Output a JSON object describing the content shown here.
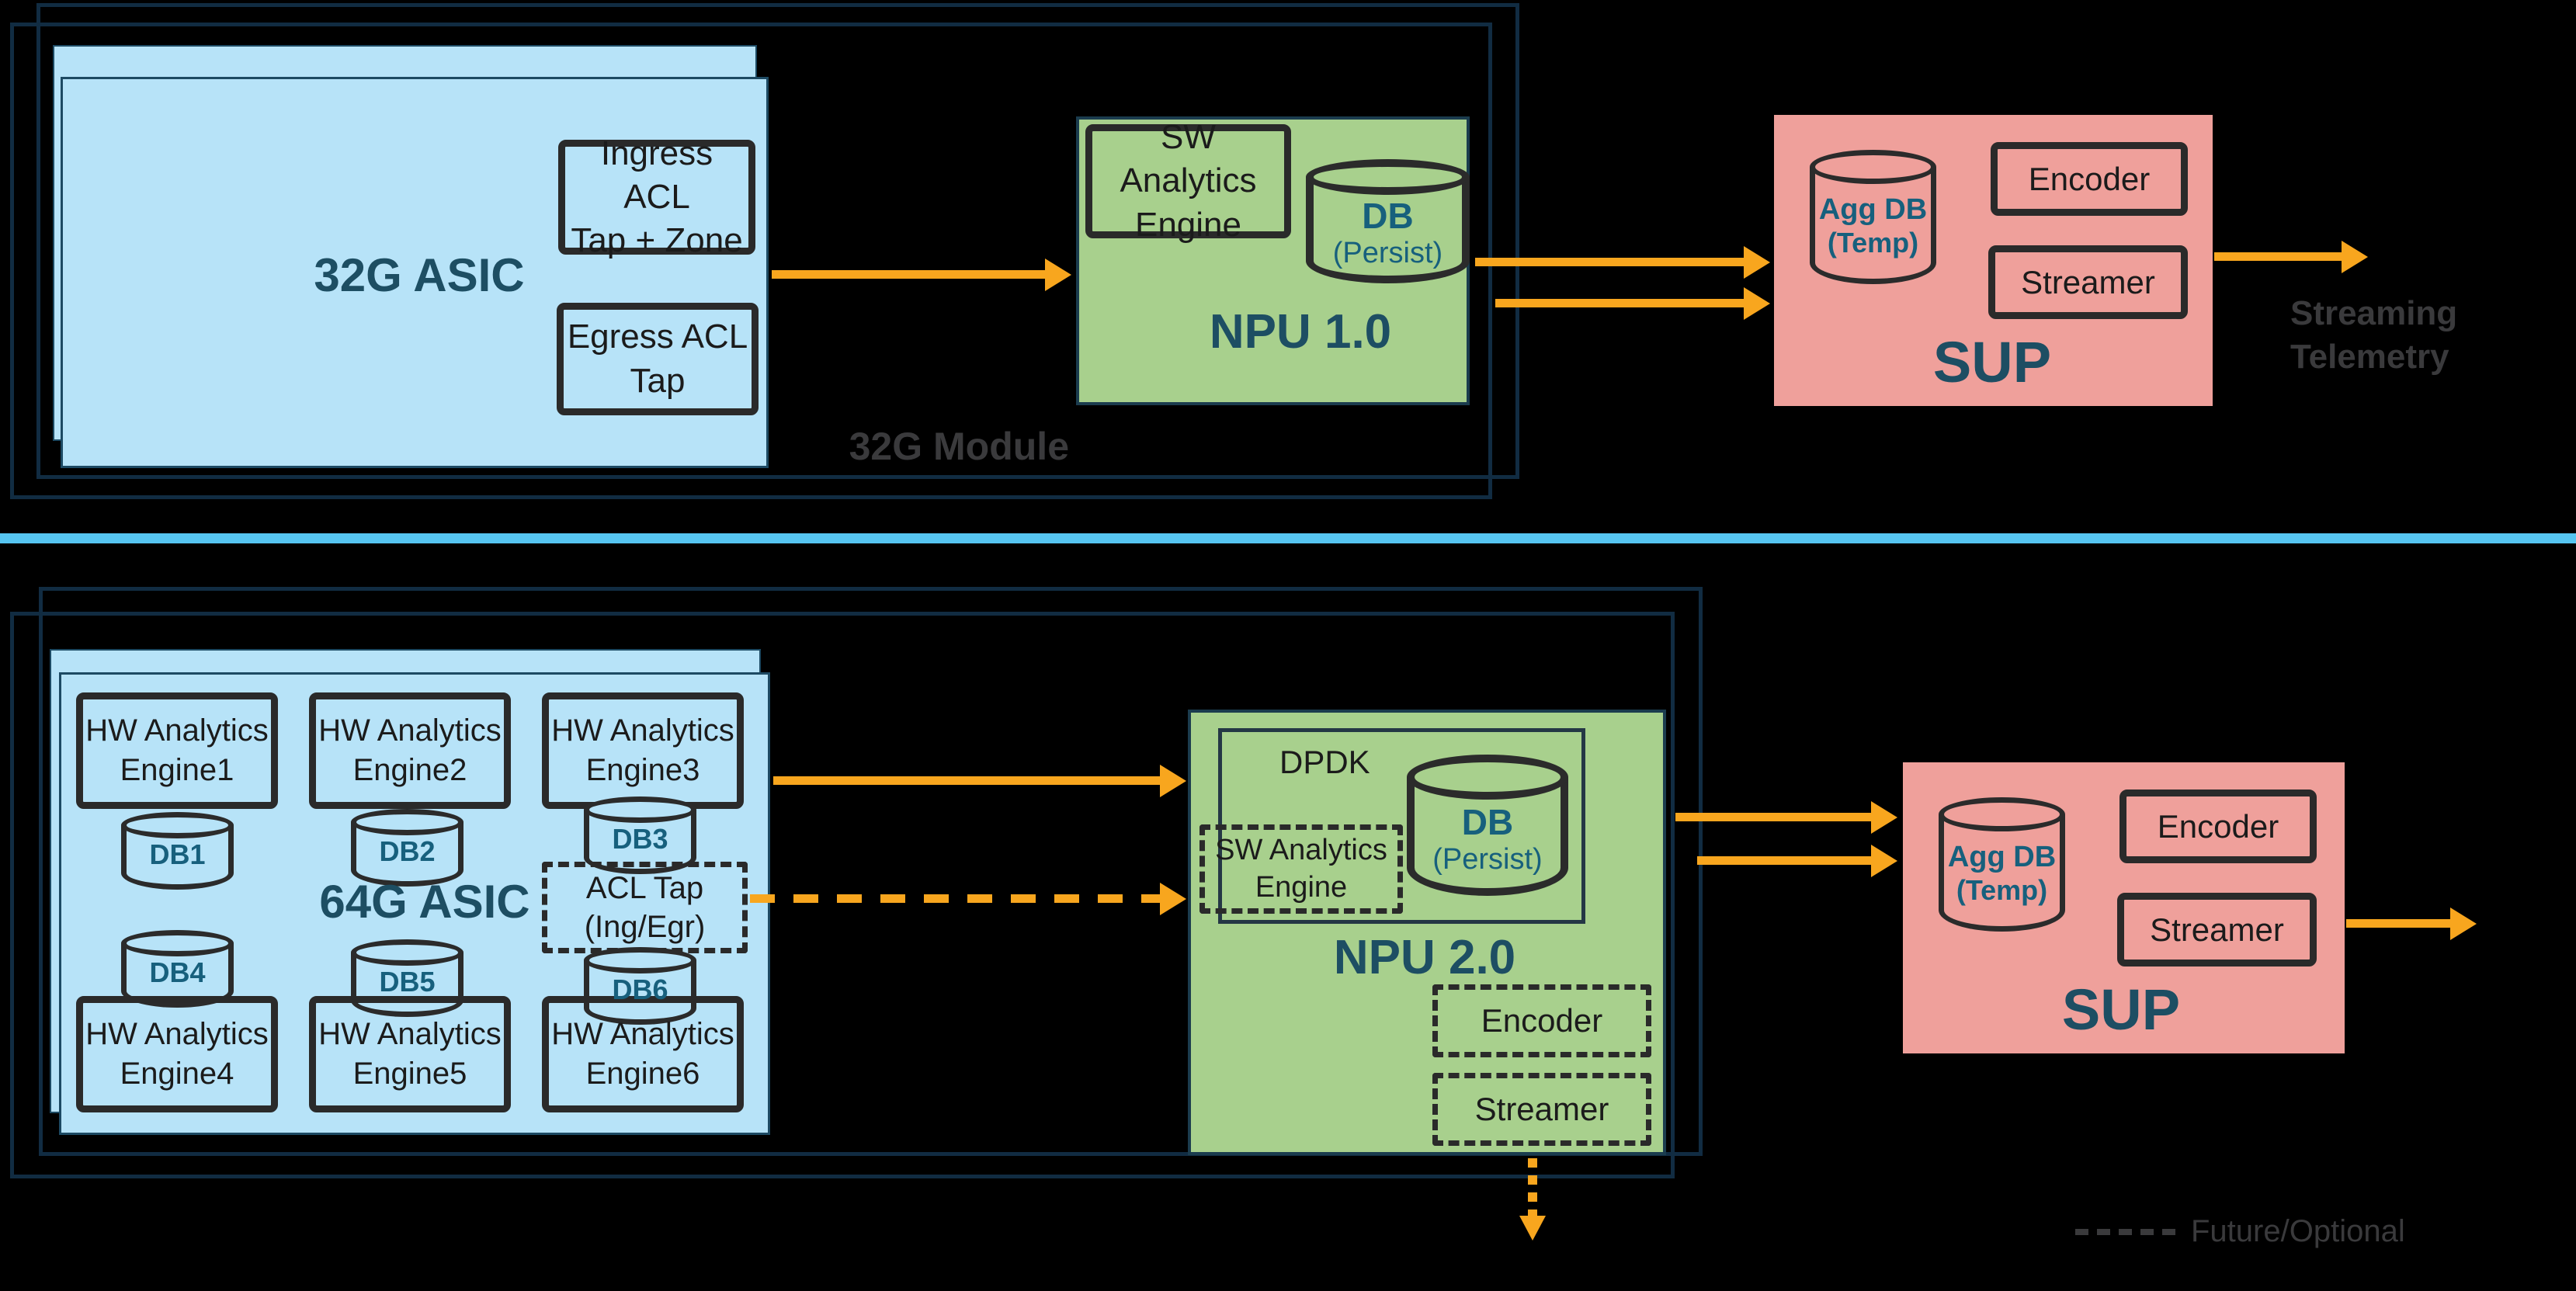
{
  "diagram": {
    "colors": {
      "background": "#000000",
      "frame_navy": "#112c42",
      "asic_blue": "#b7e3f8",
      "npu_green": "#a8d08d",
      "sup_pink": "#efa09b",
      "arrow_orange": "#f8a61e",
      "divider_blue": "#56c5f1",
      "title_teal": "#1d4e63",
      "db_text_teal": "#17607d",
      "muted_gray": "#3a3a3c",
      "box_border_black": "#2a2a2a"
    },
    "top_module": {
      "label": "32G Module",
      "asic": {
        "title": "32G ASIC",
        "ingress_tap": {
          "line1": "Ingress ACL",
          "line2": "Tap + Zone"
        },
        "egress_tap": {
          "line1": "Egress ACL",
          "line2": "Tap"
        }
      },
      "npu": {
        "title": "NPU 1.0",
        "sw_engine": {
          "line1": "SW Analytics",
          "line2": "Engine"
        },
        "db": {
          "name": "DB",
          "qualifier": "(Persist)"
        }
      },
      "sup": {
        "title": "SUP",
        "agg_db": {
          "name": "Agg DB",
          "qualifier": "(Temp)"
        },
        "encoder": "Encoder",
        "streamer": "Streamer"
      },
      "output": {
        "line1": "Streaming",
        "line2": "Telemetry"
      }
    },
    "bottom_module": {
      "asic": {
        "title": "64G ASIC",
        "engines": [
          {
            "line1": "HW Analytics",
            "line2": "Engine1"
          },
          {
            "line1": "HW Analytics",
            "line2": "Engine2"
          },
          {
            "line1": "HW Analytics",
            "line2": "Engine3"
          },
          {
            "line1": "HW Analytics",
            "line2": "Engine4"
          },
          {
            "line1": "HW Analytics",
            "line2": "Engine5"
          },
          {
            "line1": "HW Analytics",
            "line2": "Engine6"
          }
        ],
        "dbs": [
          "DB1",
          "DB2",
          "DB3",
          "DB4",
          "DB5",
          "DB6"
        ],
        "acl_tap": {
          "line1": "ACL Tap",
          "line2": "(Ing/Egr)"
        }
      },
      "npu": {
        "title": "NPU 2.0",
        "dpdk": "DPDK",
        "sw_engine": {
          "line1": "SW Analytics",
          "line2": "Engine"
        },
        "db": {
          "name": "DB",
          "qualifier": "(Persist)"
        },
        "encoder": "Encoder",
        "streamer": "Streamer"
      },
      "sup": {
        "title": "SUP",
        "agg_db": {
          "name": "Agg DB",
          "qualifier": "(Temp)"
        },
        "encoder": "Encoder",
        "streamer": "Streamer"
      }
    },
    "legend": {
      "dash_label": "Future/Optional"
    }
  }
}
